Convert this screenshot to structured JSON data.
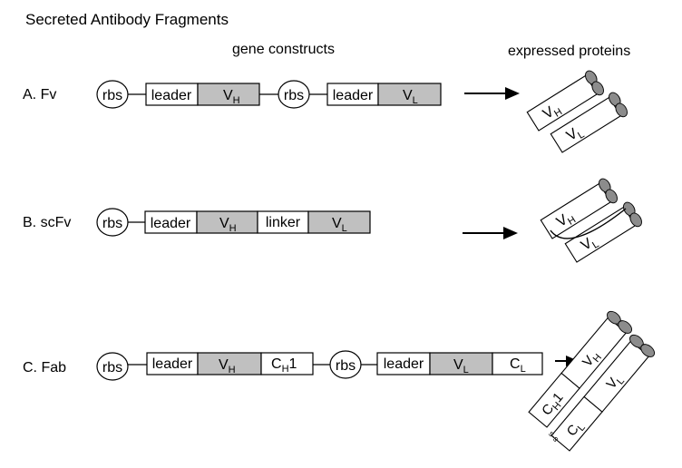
{
  "title": "Secreted Antibody Fragments",
  "headings": {
    "gene_constructs": "gene constructs",
    "expressed_proteins": "expressed proteins"
  },
  "rows": [
    {
      "label": "A.  Fv",
      "construct": [
        "rbs",
        "leader",
        "V_H",
        "rbs",
        "leader",
        "V_L"
      ],
      "protein": [
        "V_H",
        "V_L"
      ]
    },
    {
      "label": "B.  scFv",
      "construct": [
        "rbs",
        "leader",
        "V_H",
        "linker",
        "V_L"
      ],
      "protein": [
        "V_H",
        "V_L"
      ]
    },
    {
      "label": "C.  Fab",
      "construct": [
        "rbs",
        "leader",
        "V_H",
        "C_H1",
        "rbs",
        "leader",
        "V_L",
        "C_L"
      ],
      "protein": [
        "V_H",
        "C_H1",
        "V_L",
        "C_L"
      ],
      "disulfide": "s-s"
    }
  ],
  "text": {
    "rbs": "rbs",
    "leader": "leader",
    "linker": "linker",
    "V": "V",
    "C": "C",
    "H": "H",
    "L": "L",
    "one": "1",
    "ss": "s-s"
  },
  "colors": {
    "variable_domain_fill": "#c0c0c0",
    "constant_domain_fill": "#ffffff",
    "loop_fill": "#8c8c8c",
    "stroke": "#000000"
  }
}
